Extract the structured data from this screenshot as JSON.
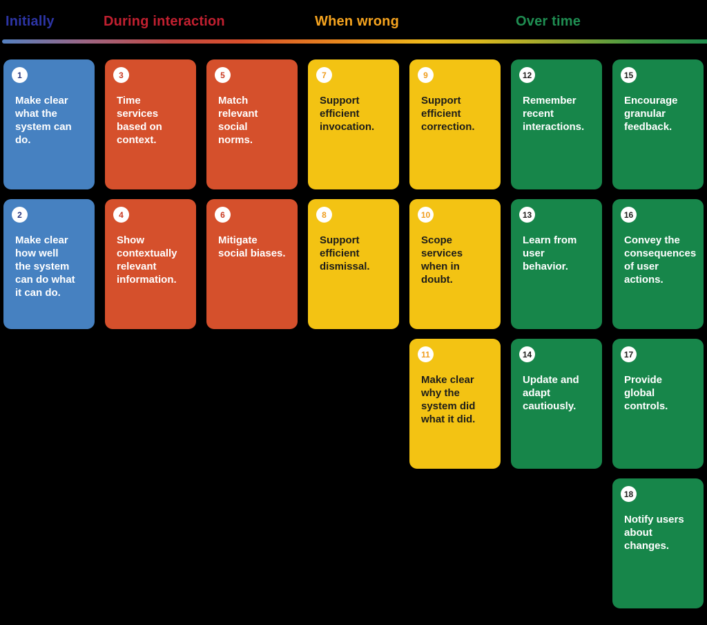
{
  "poster": "Guidelines for Human-AI Interaction card grid",
  "headers": [
    {
      "id": "initially",
      "label": "Initially",
      "color": "#2d35a6"
    },
    {
      "id": "during-interaction",
      "label": "During interaction",
      "color": "#c22030"
    },
    {
      "id": "when-wrong",
      "label": "When wrong",
      "color": "#f6a41f"
    },
    {
      "id": "over-time",
      "label": "Over time",
      "color": "#1f8e52"
    }
  ],
  "timeline_gradient_colors": [
    "#5581c1",
    "#c34a43",
    "#d94f2b",
    "#e8881e",
    "#efb91b",
    "#8fa433",
    "#1f8b4d"
  ],
  "theme_colors": {
    "blue": "#4681c1",
    "red": "#d5502c",
    "yellow": "#f3c313",
    "green": "#17864a",
    "badge_background": "#ffffff",
    "background": "#000000"
  },
  "columns": [
    {
      "theme": "blue",
      "phase": "Initially",
      "cards": [
        {
          "number": "1",
          "text": "Make clear\nwhat the\nsystem can\ndo."
        },
        {
          "number": "2",
          "text": "Make clear\nhow well\nthe system\ncan do what\nit can do."
        }
      ]
    },
    {
      "theme": "red",
      "phase": "During interaction",
      "cards": [
        {
          "number": "3",
          "text": "Time\nservices\nbased on\ncontext."
        },
        {
          "number": "4",
          "text": "Show\ncontextually\nrelevant\ninformation."
        }
      ]
    },
    {
      "theme": "red",
      "phase": "During interaction",
      "cards": [
        {
          "number": "5",
          "text": "Match\nrelevant\nsocial\nnorms."
        },
        {
          "number": "6",
          "text": "Mitigate\nsocial biases."
        }
      ]
    },
    {
      "theme": "yellow",
      "phase": "When wrong",
      "cards": [
        {
          "number": "7",
          "text": "Support\nefficient\ninvocation."
        },
        {
          "number": "8",
          "text": "Support\nefficient\ndismissal."
        }
      ]
    },
    {
      "theme": "yellow",
      "phase": "When wrong",
      "cards": [
        {
          "number": "9",
          "text": "Support\nefficient\ncorrection."
        },
        {
          "number": "10",
          "text": "Scope\nservices\nwhen in\ndoubt."
        },
        {
          "number": "11",
          "text": "Make clear\nwhy the\nsystem did\nwhat it did."
        }
      ]
    },
    {
      "theme": "green",
      "phase": "Over time",
      "cards": [
        {
          "number": "12",
          "text": "Remember\nrecent\ninteractions."
        },
        {
          "number": "13",
          "text": "Learn from\nuser\nbehavior."
        },
        {
          "number": "14",
          "text": "Update and\nadapt\ncautiously."
        }
      ]
    },
    {
      "theme": "green",
      "phase": "Over time",
      "cards": [
        {
          "number": "15",
          "text": "Encourage\ngranular\nfeedback."
        },
        {
          "number": "16",
          "text": "Convey the\nconsequences\nof user\nactions."
        },
        {
          "number": "17",
          "text": "Provide\nglobal\ncontrols."
        },
        {
          "number": "18",
          "text": "Notify users\nabout\nchanges."
        }
      ]
    }
  ]
}
